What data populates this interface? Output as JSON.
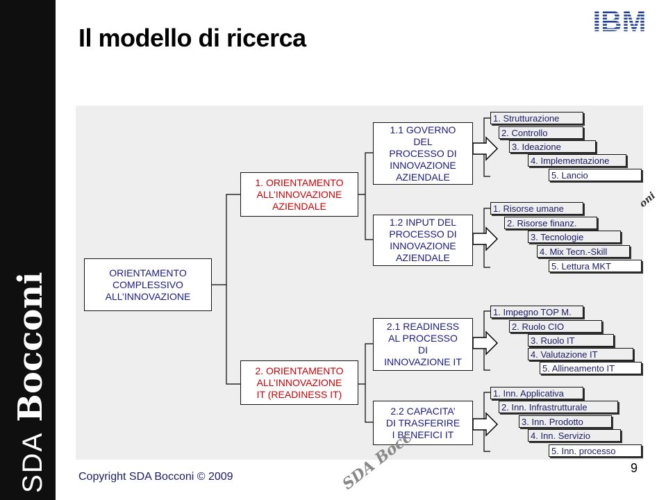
{
  "sidebar": {
    "logo_sda": "SDA",
    "logo_bocconi": "Bocconi"
  },
  "title": "Il modello di ricerca",
  "ibm_logo": "IBM",
  "root": "ORIENTAMENTO\nCOMPLESSIVO\nALL’INNOVAZIONE",
  "level1": [
    "1. ORIENTAMENTO\nALL’INNOVAZIONE\nAZIENDALE",
    "2. ORIENTAMENTO\nALL’INNOVAZIONE\nIT (READINESS IT)"
  ],
  "level2": [
    "1.1 GOVERNO\nDEL\nPROCESSO DI\nINNOVAZIONE\nAZIENDALE",
    "1.2 INPUT DEL\nPROCESSO DI\nINNOVAZIONE\nAZIENDALE",
    "2.1 READINESS\nAL PROCESSO\nDI\nINNOVAZIONE IT",
    "2.2 CAPACITA’\nDI TRASFERIRE\nI BENEFICI IT"
  ],
  "groups": [
    [
      "1. Strutturazione",
      "2. Controllo",
      "3. Ideazione",
      "4. Implementazione",
      "5. Lancio"
    ],
    [
      "1. Risorse umane",
      "2. Risorse finanz.",
      "3. Tecnologie",
      "4. Mix Tecn.-Skill",
      "5. Lettura MKT"
    ],
    [
      "1. Impegno TOP M.",
      "2. Ruolo CIO",
      "3. Ruolo IT",
      "4. Valutazione IT",
      "5. Allineamento IT"
    ],
    [
      "1. Inn. Applicativa",
      "2. Inn. Infrastrutturale",
      "3. Inn. Prodotto",
      "4. Inn. Servizio",
      "5. Inn. processo"
    ]
  ],
  "watermark_bottom": "SDA Bocc",
  "watermark_right": "oni",
  "copyright": "Copyright SDA Bocconi © 2009",
  "page_number": "9",
  "colors": {
    "red_text": "#cc0000",
    "blue_text": "#1a1a80",
    "panel": "#eeeeee",
    "sidebar": "#0f0f0f"
  }
}
